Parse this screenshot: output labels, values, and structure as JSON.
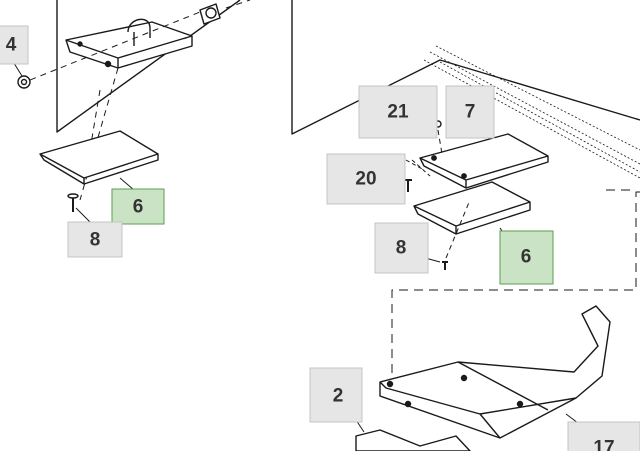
{
  "callouts": [
    {
      "id": "c4",
      "label": "4",
      "highlighted": false
    },
    {
      "id": "c6a",
      "label": "6",
      "highlighted": true
    },
    {
      "id": "c8a",
      "label": "8",
      "highlighted": false
    },
    {
      "id": "c21",
      "label": "21",
      "highlighted": false
    },
    {
      "id": "c7",
      "label": "7",
      "highlighted": false
    },
    {
      "id": "c20",
      "label": "20",
      "highlighted": false
    },
    {
      "id": "c8b",
      "label": "8",
      "highlighted": false
    },
    {
      "id": "c6b",
      "label": "6",
      "highlighted": true
    },
    {
      "id": "c2",
      "label": "2",
      "highlighted": false
    },
    {
      "id": "c17",
      "label": "17",
      "highlighted": false
    }
  ],
  "colors": {
    "callout_fill": "#e6e6e6",
    "callout_border": "#c4c4c4",
    "highlight_fill": "#c9e3c4",
    "highlight_border": "#5e9e54",
    "line": "#1a1a1a",
    "text": "#333333"
  }
}
